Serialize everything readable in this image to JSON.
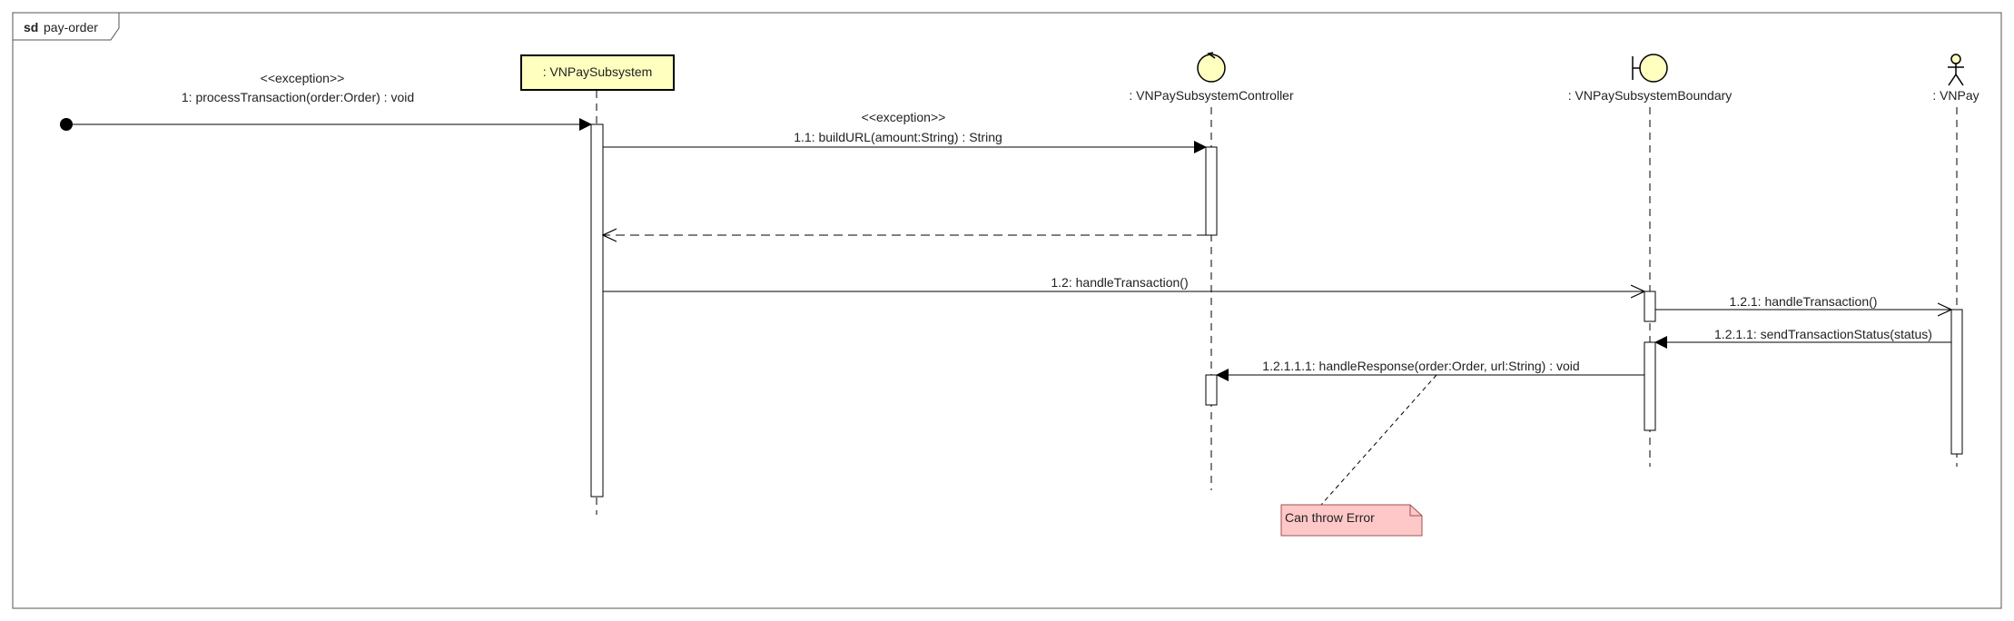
{
  "frame": {
    "keyword": "sd",
    "name": "pay-order"
  },
  "lifelines": [
    {
      "id": "subsystem",
      "label": ": VNPaySubsystem",
      "kind": "object-box"
    },
    {
      "id": "controller",
      "label": ": VNPaySubsystemController",
      "kind": "control-icon"
    },
    {
      "id": "boundary",
      "label": ": VNPaySubsystemBoundary",
      "kind": "boundary-icon"
    },
    {
      "id": "vnpay",
      "label": ": VNPay",
      "kind": "actor-icon"
    }
  ],
  "messages": {
    "m1": {
      "stereotype": "<<exception>>",
      "label": "1: processTransaction(order:Order) : void"
    },
    "m1_1": {
      "stereotype": "<<exception>>",
      "label": "1.1: buildURL(amount:String) : String"
    },
    "m1_2": {
      "label": "1.2: handleTransaction()"
    },
    "m1_2_1": {
      "label": "1.2.1: handleTransaction()"
    },
    "m1_2_1_1": {
      "label": "1.2.1.1: sendTransactionStatus(status)"
    },
    "m1_2_1_1_1": {
      "label": "1.2.1.1.1: handleResponse(order:Order, url:String) : void"
    }
  },
  "note": {
    "text": "Can throw Error"
  },
  "colors": {
    "object_fill": "#FFFFC0",
    "object_border": "#000000",
    "note_fill": "#FFC8C8",
    "note_border": "#A05050",
    "line": "#000000",
    "text": "#222222"
  }
}
